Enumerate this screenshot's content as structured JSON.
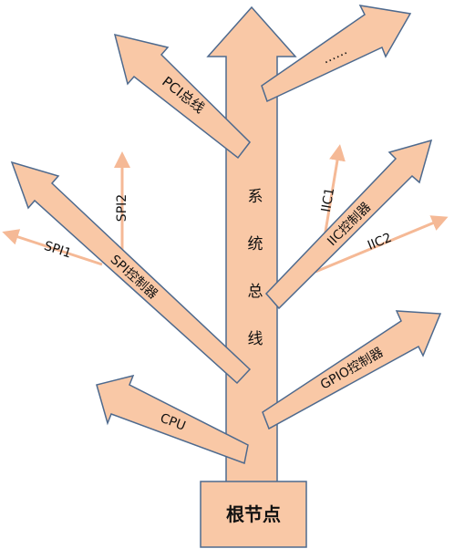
{
  "diagram": {
    "root": "根节点",
    "trunk": {
      "chars": [
        "系",
        "统",
        "总",
        "线"
      ]
    },
    "branches": {
      "pci": "PCI总线",
      "more": "……",
      "spi_controller": "SPI控制器",
      "iic_controller": "IIC控制器",
      "gpio_controller": "GPIO控制器",
      "cpu": "CPU"
    },
    "leaves": {
      "spi1": "SPI1",
      "spi2": "SPI2",
      "iic1": "IIC1",
      "iic2": "IIC2"
    },
    "colors": {
      "fill": "#F9C8A6",
      "stroke": "#4E6A8E",
      "leaf_arrow": "#F5B996",
      "text": "#111111"
    }
  }
}
